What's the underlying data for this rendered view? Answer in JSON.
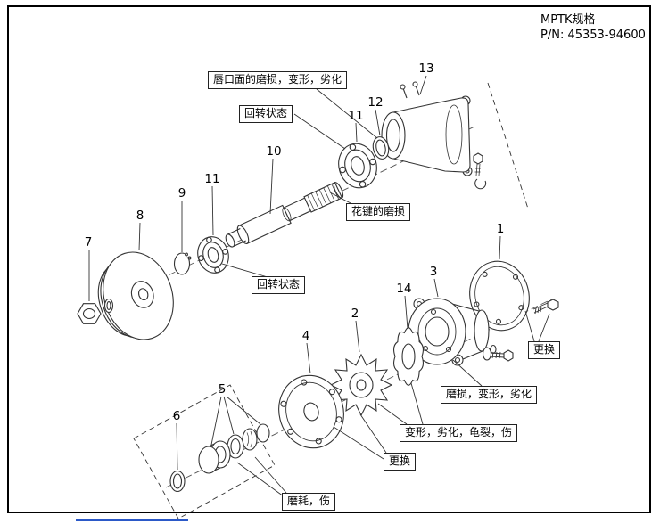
{
  "header": {
    "spec": "MPTK规格",
    "part_number": "P/N: 45353-94600"
  },
  "callouts": {
    "lip_wear": "唇口面的磨损，变形，劣化",
    "rotation_top": "回转状态",
    "spline_wear": "花键的磨损",
    "rotation_left": "回转状态",
    "replace_right": "更换",
    "wear_deform": "磨损，变形，劣化",
    "deform_crack": "变形，劣化，龟裂，伤",
    "replace_bottom": "更换",
    "abrasion": "磨耗，伤"
  },
  "part_labels": {
    "p1": "1",
    "p2": "2",
    "p3": "3",
    "p4": "4",
    "p5": "5",
    "p6": "6",
    "p7": "7",
    "p8": "8",
    "p9": "9",
    "p10": "10",
    "p11a": "11",
    "p11b": "11",
    "p12": "12",
    "p13": "13",
    "p14": "14"
  }
}
